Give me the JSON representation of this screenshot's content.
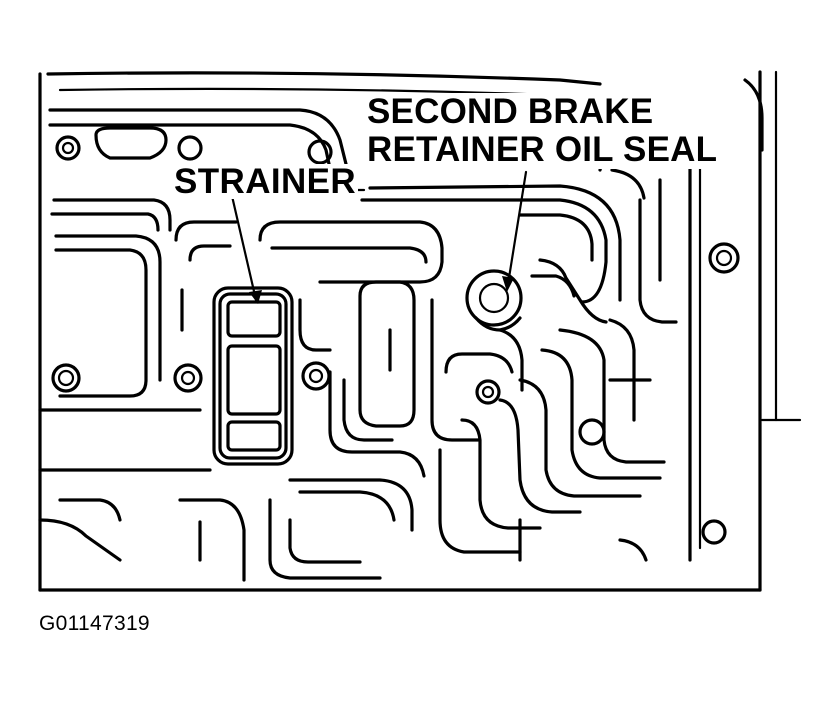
{
  "diagram": {
    "callouts": {
      "second_brake_line1": "SECOND BRAKE",
      "second_brake_line2": "RETAINER OIL SEAL",
      "strainer": "STRAINER"
    },
    "figure_code": "G01147319",
    "ink_color": "#000000",
    "background_color": "#ffffff"
  }
}
